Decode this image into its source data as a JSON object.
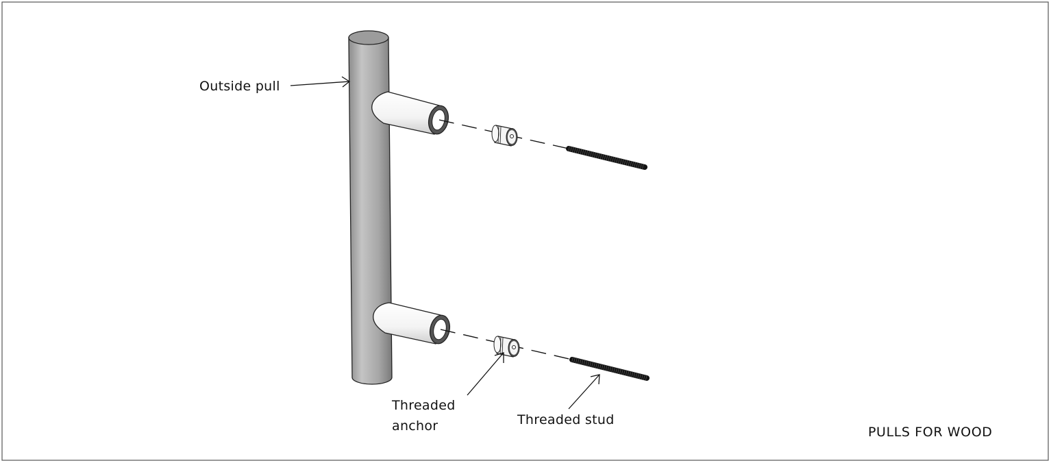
{
  "diagram": {
    "title": "PULLS FOR WOOD",
    "labels": {
      "outside_pull": "Outside pull",
      "threaded_anchor_line1": "Threaded",
      "threaded_anchor_line2": "anchor",
      "threaded_stud": "Threaded stud"
    },
    "colors": {
      "border": "#555555",
      "pull_gray": "#a8a8a8",
      "standoff_white": "#f2f2f2",
      "stud_black": "#111111"
    }
  }
}
